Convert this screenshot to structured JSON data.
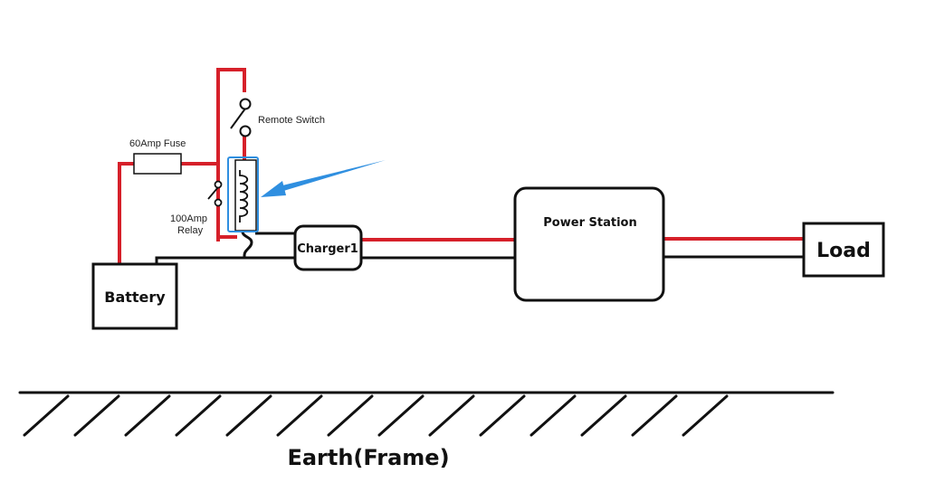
{
  "labels": {
    "remote_switch": "Remote Switch",
    "fuse": "60Amp Fuse",
    "relay_line1": "100Amp",
    "relay_line2": "Relay",
    "battery": "Battery",
    "charger": "Charger1",
    "power_station": "Power Station",
    "load": "Load",
    "earth": "Earth(Frame)"
  },
  "colors": {
    "positive_wire": "#d6202a",
    "negative_wire": "#111111",
    "highlight": "#2f8fe0"
  }
}
